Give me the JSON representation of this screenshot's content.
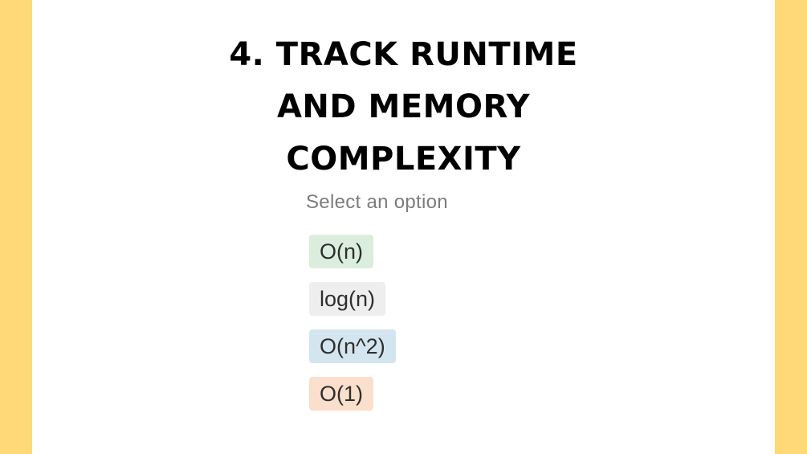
{
  "title": {
    "line1": "4. TRACK RUNTIME",
    "line2": "AND MEMORY",
    "line3": "COMPLEXITY"
  },
  "select": {
    "label": "Select an option",
    "options": [
      {
        "label": "O(n)",
        "color": "#DBEEDD"
      },
      {
        "label": "log(n)",
        "color": "#EEEEEE"
      },
      {
        "label": "O(n^2)",
        "color": "#D3E5EF"
      },
      {
        "label": "O(1)",
        "color": "#FADFCC"
      }
    ]
  },
  "colors": {
    "background": "#FFD877",
    "panel": "#FFFFFF"
  }
}
